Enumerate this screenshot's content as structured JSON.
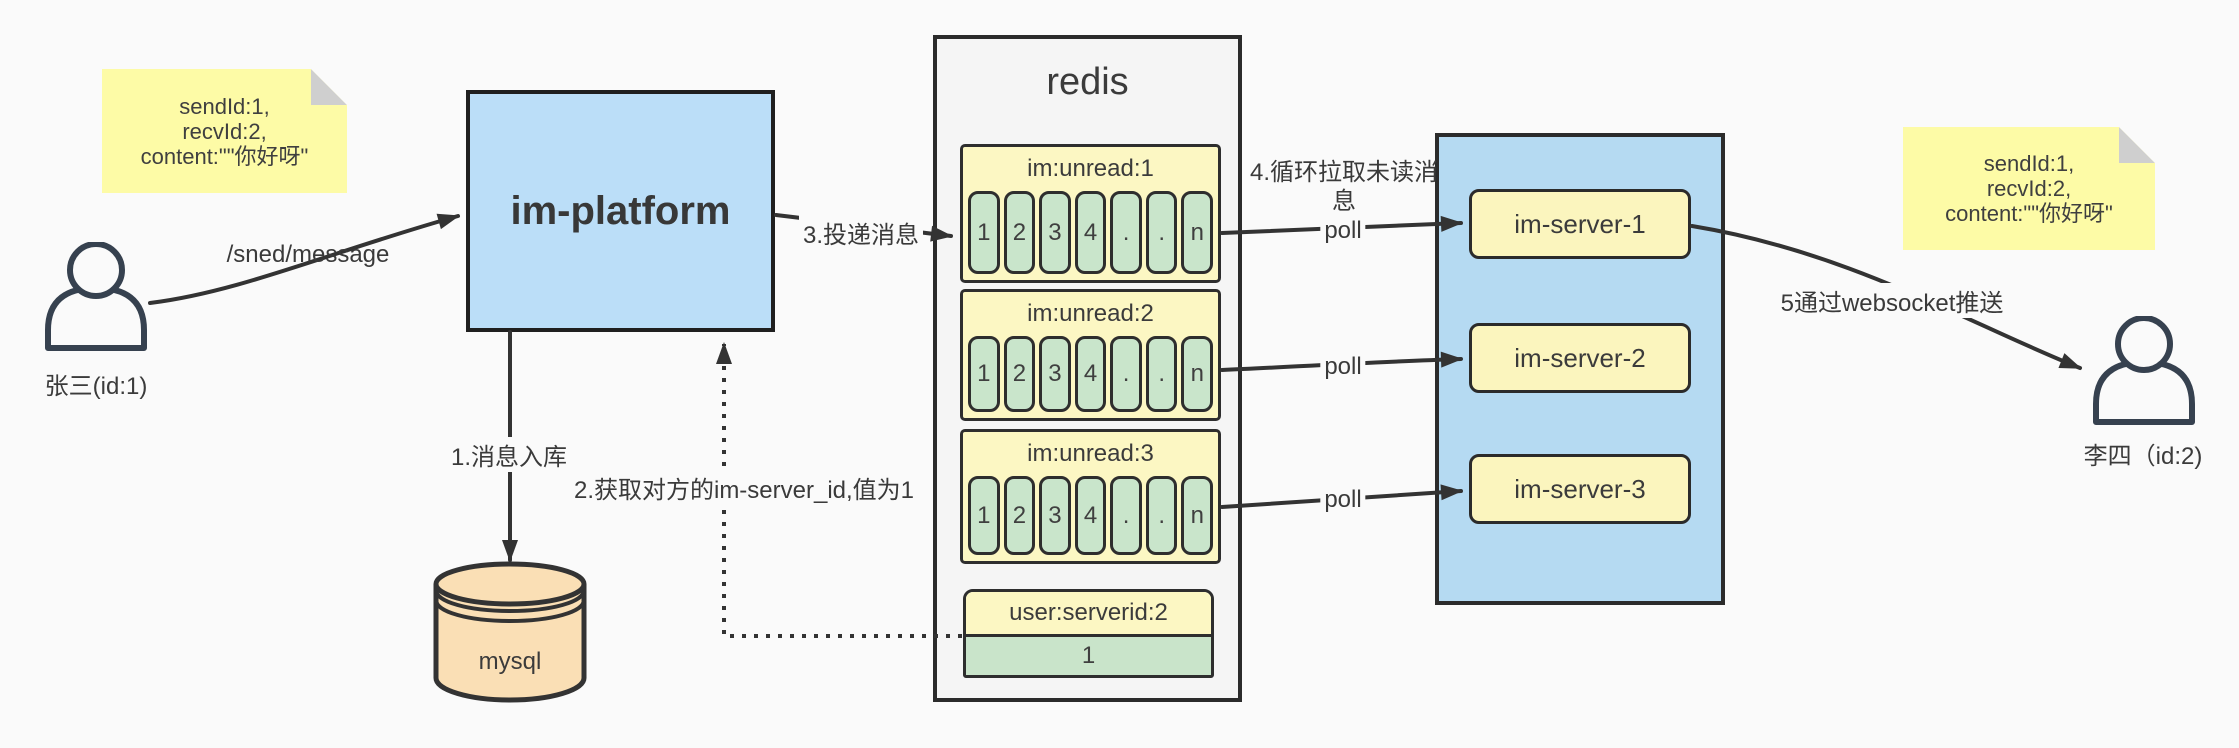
{
  "page_background": "#fafafa",
  "colors": {
    "stroke": "#333333",
    "platform_fill": "#bbdef8",
    "server_cluster_fill": "#b5daf2",
    "queue_header_fill": "#fcf7c3",
    "queue_cell_fill": "#c9e5cb",
    "server_box_fill": "#fbf5be",
    "mysql_fill": "#fadfb5",
    "note_fill": "#fdfba6",
    "redis_fill": "#f5f5f5"
  },
  "actors": {
    "sender": {
      "label": "张三(id:1)"
    },
    "receiver": {
      "label": "李四（id:2)"
    }
  },
  "notes": {
    "left": {
      "line1": "sendId:1,",
      "line2": "recvId:2,",
      "line3": "content:\"\"你好呀\""
    },
    "right": {
      "line1": "sendId:1,",
      "line2": "recvId:2,",
      "line3": "content:\"\"你好呀\""
    }
  },
  "platform": {
    "label": "im-platform"
  },
  "database": {
    "label": "mysql"
  },
  "redis": {
    "title": "redis",
    "queues": [
      {
        "header": "im:unread:1",
        "cells": [
          "1",
          "2",
          "3",
          "4",
          ".",
          ".",
          "n"
        ]
      },
      {
        "header": "im:unread:2",
        "cells": [
          "1",
          "2",
          "3",
          "4",
          ".",
          ".",
          "n"
        ]
      },
      {
        "header": "im:unread:3",
        "cells": [
          "1",
          "2",
          "3",
          "4",
          ".",
          ".",
          "n"
        ]
      }
    ],
    "mapping": {
      "header": "user:serverid:2",
      "value": "1"
    }
  },
  "servers": [
    {
      "label": "im-server-1"
    },
    {
      "label": "im-server-2"
    },
    {
      "label": "im-server-3"
    }
  ],
  "labels": {
    "send_api": "/sned/message",
    "step1": "1.消息入库",
    "step2": "2.获取对方的im-server_id,值为1",
    "step3": "3.投递消息",
    "step4": "4.循环拉取未读消息",
    "poll": "poll",
    "step5": "5通过websocket推送"
  }
}
